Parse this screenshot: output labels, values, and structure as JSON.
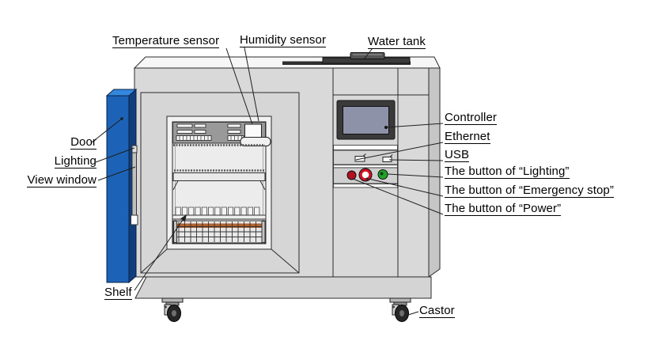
{
  "diagram": {
    "labels": {
      "temperature_sensor": "Temperature sensor",
      "humidity_sensor": "Humidity sensor",
      "water_tank": "Water tank",
      "door": "Door",
      "lighting": "Lighting",
      "view_window": "View window",
      "shelf": "Shelf",
      "castor": "Castor",
      "controller": "Controller",
      "ethernet": "Ethernet",
      "usb": "USB",
      "button_lighting": "The button of “Lighting”",
      "button_emergency_stop": "The button of “Emergency stop”",
      "button_power": "The button of “Power”"
    },
    "colors": {
      "door_front": "#1c63b7",
      "door_top": "#3388dd",
      "door_side": "#123e7c",
      "body": "#d9d9d9",
      "screen": "#8d92a9",
      "power_button": "#b01020",
      "emergency_button": "#cf1124",
      "lighting_button": "#1fa32b",
      "shelf_items": "#b2622f"
    }
  }
}
